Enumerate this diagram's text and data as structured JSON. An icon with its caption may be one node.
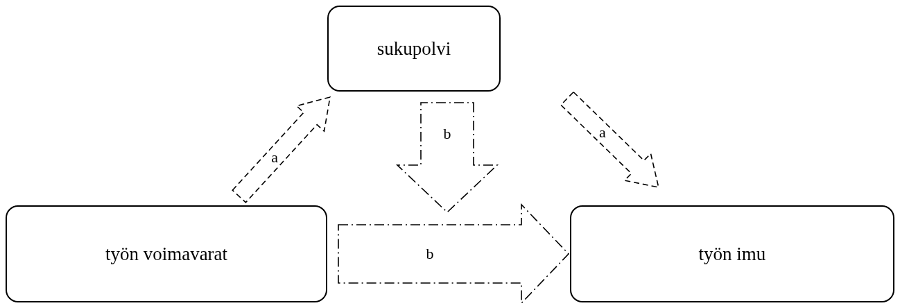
{
  "diagram": {
    "nodes": [
      {
        "text": [
          "sukupolvi"
        ]
      },
      {
        "text": [
          "työn voimavarat"
        ]
      },
      {
        "text": [
          "työn imu"
        ]
      }
    ],
    "edges": [
      {
        "from": 1,
        "to": 0,
        "arrow": "to",
        "label": "a",
        "style": "dashed"
      },
      {
        "from": 0,
        "to": null,
        "arrow": "to",
        "label": "b",
        "style": "dashed"
      },
      {
        "from": 0,
        "to": 2,
        "arrow": "to",
        "label": "a",
        "style": "dashed"
      },
      {
        "from": 1,
        "to": 2,
        "arrow": "to",
        "label": "b",
        "style": "dashed"
      }
    ]
  }
}
